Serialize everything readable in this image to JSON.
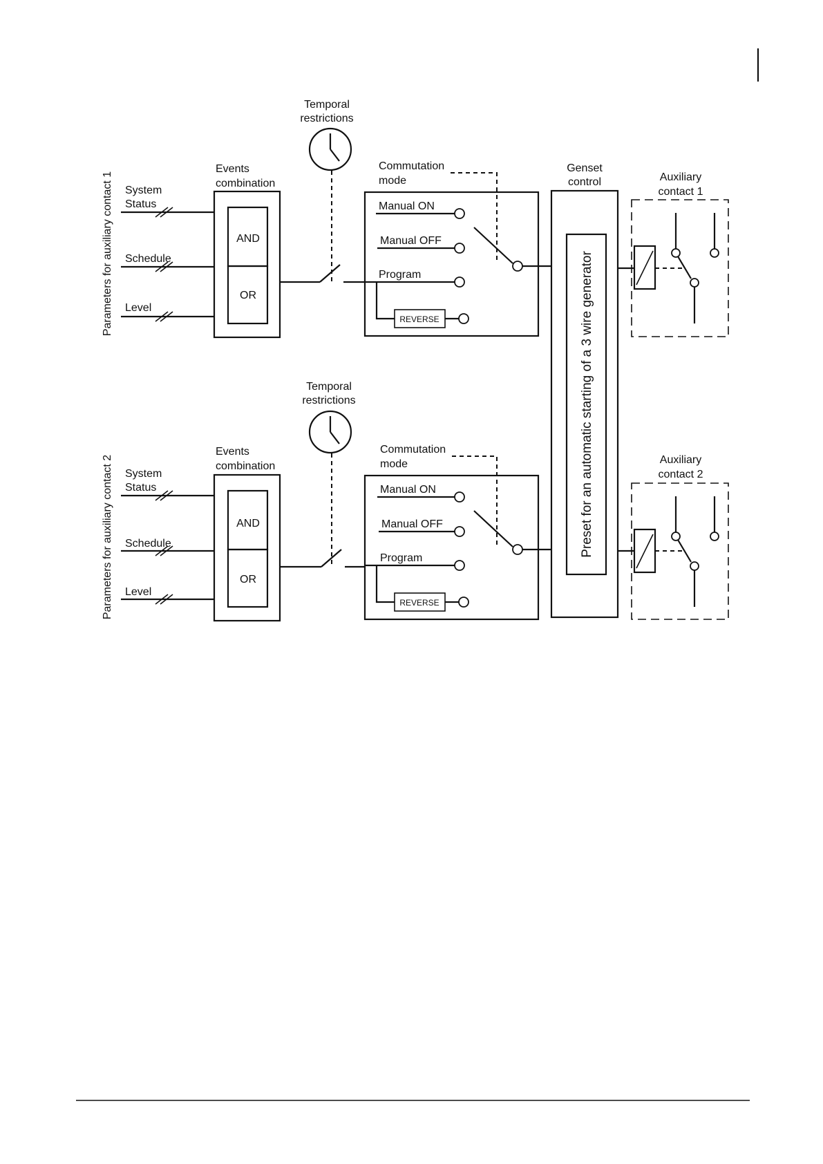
{
  "parameters": [
    {
      "side_label": "Parameters for auxiliary contact 1",
      "inputs": [
        "System Status",
        "Schedule",
        "Level"
      ]
    },
    {
      "side_label": "Parameters for auxiliary contact 2",
      "inputs": [
        "System Status",
        "Schedule",
        "Level"
      ]
    }
  ],
  "events": {
    "title_line1": "Events",
    "title_line2": "combination",
    "and_label": "AND",
    "or_label": "OR"
  },
  "temporal": {
    "line1": "Temporal",
    "line2": "restrictions"
  },
  "commutation": {
    "title_line1": "Commutation",
    "title_line2": "mode",
    "manual_on": "Manual ON",
    "manual_off": "Manual OFF",
    "program": "Program",
    "reverse": "REVERSE"
  },
  "genset": {
    "line1": "Genset",
    "line2": "control",
    "preset": "Preset for an automatic starting of a 3 wire generator"
  },
  "auxiliary": [
    {
      "line1": "Auxiliary",
      "line2": "contact 1"
    },
    {
      "line1": "Auxiliary",
      "line2": "contact 2"
    }
  ]
}
